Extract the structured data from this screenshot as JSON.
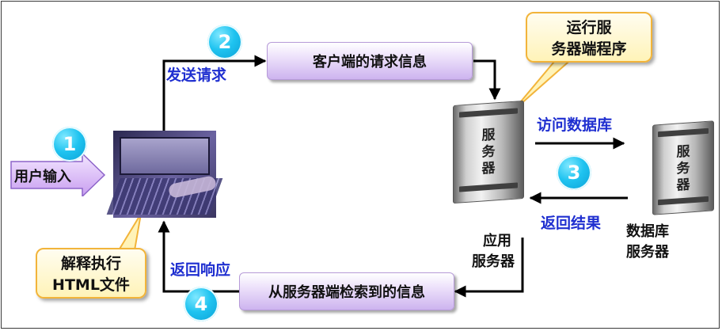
{
  "steps": {
    "one": "1",
    "two": "2",
    "three": "3",
    "four": "4"
  },
  "labels": {
    "send_request": "发送请求",
    "client_request_info": "客户端的请求信息",
    "access_database": "访问数据库",
    "return_result": "返回结果",
    "return_response": "返回响应",
    "retrieved_info": "从服务器端检索到的信息",
    "user_input": "用户输入"
  },
  "callouts": {
    "run_server_line1": "运行服",
    "run_server_line2": "务器端程序",
    "parse_line1": "解释执行",
    "parse_line2": "HTML文件"
  },
  "servers": {
    "app_server_face": [
      "服",
      "务",
      "器"
    ],
    "db_server_face": [
      "服",
      "务",
      "器"
    ],
    "app_server_caption_line1": "应用",
    "app_server_caption_line2": "服务器",
    "db_server_caption_line1": "数据库",
    "db_server_caption_line2": "服务器"
  },
  "colors": {
    "step_circle": "#1fc3f0",
    "message_box": "#cdb4ef",
    "callout_fill": "#fff3b8",
    "callout_border": "#f2b43a",
    "label_blue": "#1f2fd0",
    "arrow_input": "#d9b8f5"
  },
  "icons": {
    "client": "laptop-keyboard-icon",
    "servers": "server-tower-icon"
  }
}
